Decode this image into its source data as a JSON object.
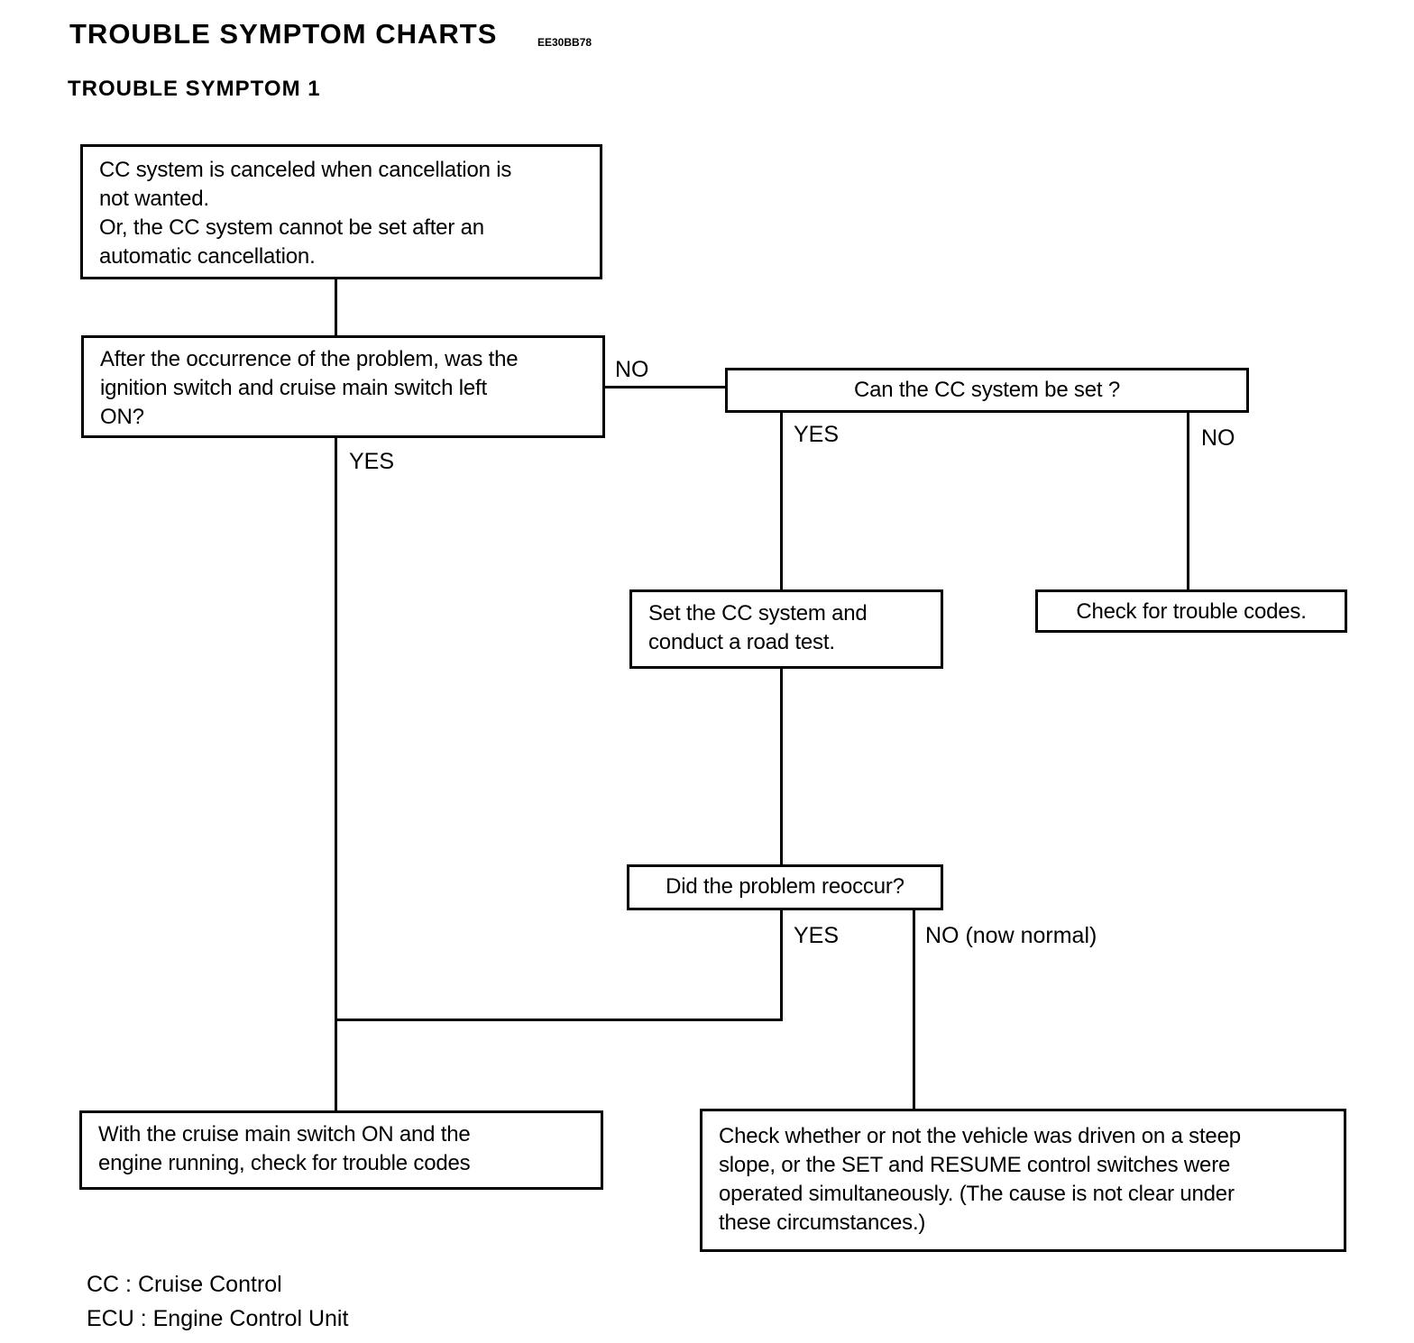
{
  "header": {
    "title": "TROUBLE SYMPTOM CHARTS",
    "code": "EE30BB78",
    "subtitle": "TROUBLE SYMPTOM 1"
  },
  "nodes": {
    "start": "CC system is canceled when cancellation is\nnot wanted.\nOr, the CC system cannot be set after an\nautomatic cancellation.",
    "q_ignition": "After the occurrence of the problem, was the\nignition switch and cruise main switch left\nON?",
    "q_can_set": "Can the CC system be set ?",
    "set_road_test": "Set the CC system and\nconduct a road test.",
    "check_codes": "Check for trouble codes.",
    "q_reoccur": "Did the problem reoccur?",
    "check_with_main_on": "With the cruise main switch ON and the\nengine running, check for trouble codes",
    "check_steep_slope": "Check whether or not the vehicle was driven on a steep\nslope, or the SET and RESUME control switches were\noperated simultaneously. (The cause is not clear under\nthese circumstances.)"
  },
  "edge_labels": {
    "ignition_no": "NO",
    "ignition_yes": "YES",
    "can_set_yes": "YES",
    "can_set_no": "NO",
    "reoccur_yes": "YES",
    "reoccur_no": "NO (now normal)"
  },
  "legend": [
    "CC : Cruise Control",
    "ECU : Engine Control Unit"
  ]
}
